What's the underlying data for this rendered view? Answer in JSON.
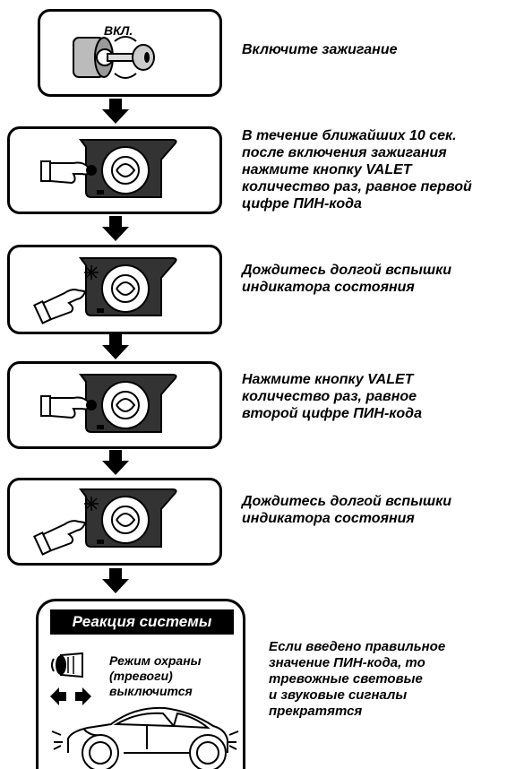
{
  "steps": [
    {
      "text": "Включите зажигание",
      "icon": "ignition-key-icon"
    },
    {
      "text": "В течение ближайших 10 сек.\nпосле включения зажигания\nнажмите кнопку VALET\nколичество раз, равное первой\nцифре ПИН-кода",
      "icon": "valet-button-press-icon"
    },
    {
      "text": "Дождитесь долгой вспышки\nиндикатора состояния",
      "icon": "status-indicator-flash-icon"
    },
    {
      "text": "Нажмите кнопку VALET\nколичество раз, равное\nвторой цифре ПИН-кода",
      "icon": "valet-button-press-icon"
    },
    {
      "text": "Дождитесь долгой вспышки\nиндикатора состояния",
      "icon": "status-indicator-flash-icon"
    }
  ],
  "ignition_label": "ВКЛ.",
  "result": {
    "header": "Реакция системы",
    "mode_text": "Режим охраны\n(тревоги)\nвыключится",
    "outcome_text": "Если введено правильное\nзначение ПИН-кода, то\nтревожные световые\nи звуковые сигналы\nпрекратятся"
  }
}
